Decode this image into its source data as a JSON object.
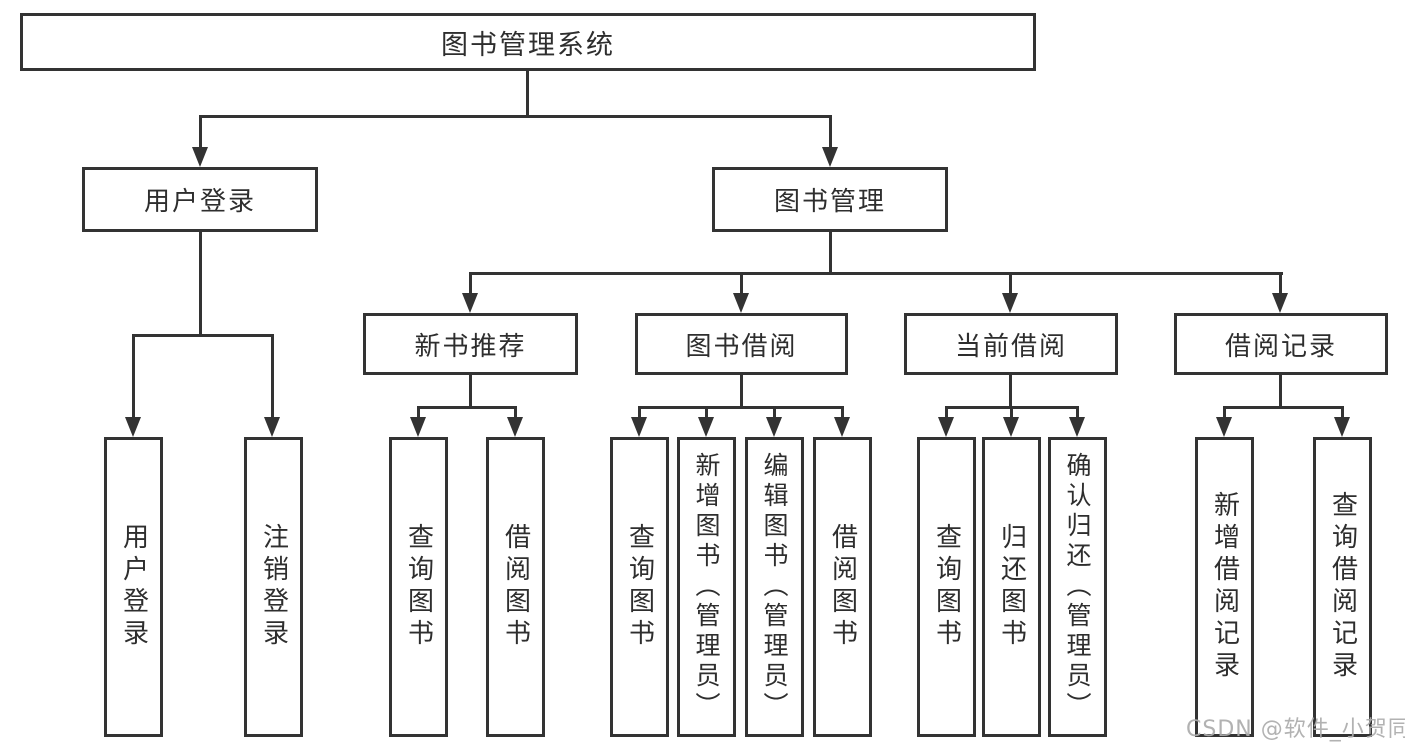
{
  "watermark": {
    "text": "CSDN @软件_小贺同学"
  },
  "tree": {
    "root": {
      "label": "图书管理系统",
      "children": [
        {
          "label": "用户登录",
          "children": [
            {
              "label": "用户登录"
            },
            {
              "label": "注销登录"
            }
          ]
        },
        {
          "label": "图书管理",
          "children": [
            {
              "label": "新书推荐",
              "children": [
                {
                  "label": "查询图书"
                },
                {
                  "label": "借阅图书"
                }
              ]
            },
            {
              "label": "图书借阅",
              "children": [
                {
                  "label": "查询图书"
                },
                {
                  "label": "新增图书（管理员）"
                },
                {
                  "label": "编辑图书（管理员）"
                },
                {
                  "label": "借阅图书"
                }
              ]
            },
            {
              "label": "当前借阅",
              "children": [
                {
                  "label": "查询图书"
                },
                {
                  "label": "归还图书"
                },
                {
                  "label": "确认归还（管理员）"
                }
              ]
            },
            {
              "label": "借阅记录",
              "children": [
                {
                  "label": "新增借阅记录"
                },
                {
                  "label": "查询借阅记录"
                }
              ]
            }
          ]
        }
      ]
    }
  }
}
